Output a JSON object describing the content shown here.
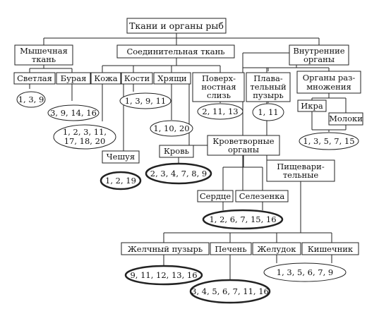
{
  "title": "Ткани и органы рыб",
  "boxes": {
    "muscle": [
      "Мышечная",
      "ткань"
    ],
    "connective": [
      "Соединительная ткань"
    ],
    "internal": [
      "Внутренние",
      "органы"
    ],
    "light": [
      "Светлая"
    ],
    "dark": [
      "Бурая"
    ],
    "skin": [
      "Кожа"
    ],
    "bones": [
      "Кости"
    ],
    "cartilage": [
      "Хрящи"
    ],
    "mucus": [
      "Поверх-",
      "ностная",
      "слизь"
    ],
    "swimbladder": [
      "Плава-",
      "тельный",
      "пузырь"
    ],
    "reproductive": [
      "Органы раз-",
      "множения"
    ],
    "roe": [
      "Икра"
    ],
    "milt": [
      "Молоки"
    ],
    "scales": [
      "Чешуя"
    ],
    "blood": [
      "Кровь"
    ],
    "hematopoietic": [
      "Кроветворные",
      "органы"
    ],
    "digestive": [
      "Пищевари-",
      "тельные"
    ],
    "heart": [
      "Сердце"
    ],
    "spleen": [
      "Селезенка"
    ],
    "gallbladder": [
      "Желчный пузырь"
    ],
    "liver": [
      "Печень"
    ],
    "stomach": [
      "Желудок"
    ],
    "intestine": [
      "Кишечник"
    ]
  },
  "ovals": {
    "light": "1, 3, 9",
    "dark": "3, 9, 14, 16",
    "skin": [
      "1, 2, 3, 11,",
      "17, 18, 20"
    ],
    "bones": "1, 3, 9, 11",
    "cartilage": "1, 10, 20",
    "mucus": "2, 11, 13",
    "swimbladder": "1, 11",
    "reproductive": "1, 3, 5, 7, 15",
    "scales": "1, 2, 19",
    "blood": "2, 3, 4, 7, 8, 9",
    "heart_spleen": "1, 2, 6, 7, 15, 16",
    "gallbladder": "9, 11, 12, 13, 16",
    "liver": "3, 4, 5, 6, 7, 11, 16",
    "stomach_intestine": "1, 3, 5, 6, 7, 9"
  }
}
